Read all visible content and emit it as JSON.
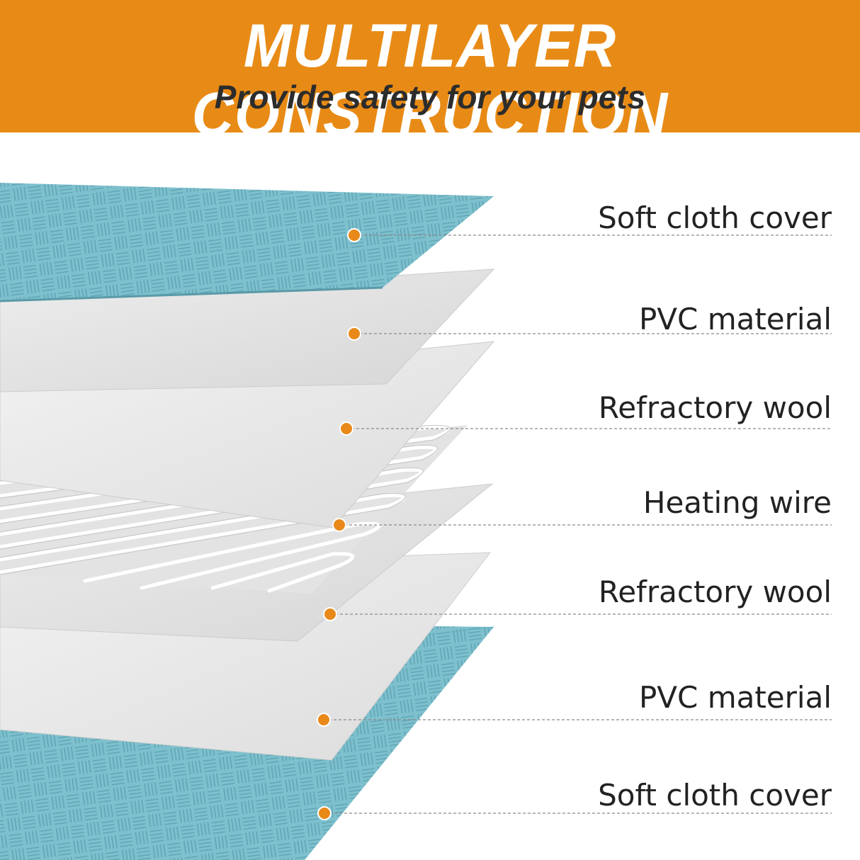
{
  "banner": {
    "title": "MULTILAYER CONSTRUCTION",
    "subtitle": "Provide safety for your pets"
  },
  "colors": {
    "banner": "#E88B16",
    "cloth": "#7DBFCC",
    "sheet": "#E9E9E9",
    "marker": "#E8891A"
  },
  "layers": [
    {
      "label": "Soft cloth cover",
      "material": "cloth"
    },
    {
      "label": "PVC material",
      "material": "sheet"
    },
    {
      "label": "Refractory wool",
      "material": "sheet"
    },
    {
      "label": "Heating wire",
      "material": "wire"
    },
    {
      "label": "Refractory wool",
      "material": "sheet"
    },
    {
      "label": "PVC material",
      "material": "sheet"
    },
    {
      "label": "Soft cloth cover",
      "material": "cloth"
    }
  ]
}
